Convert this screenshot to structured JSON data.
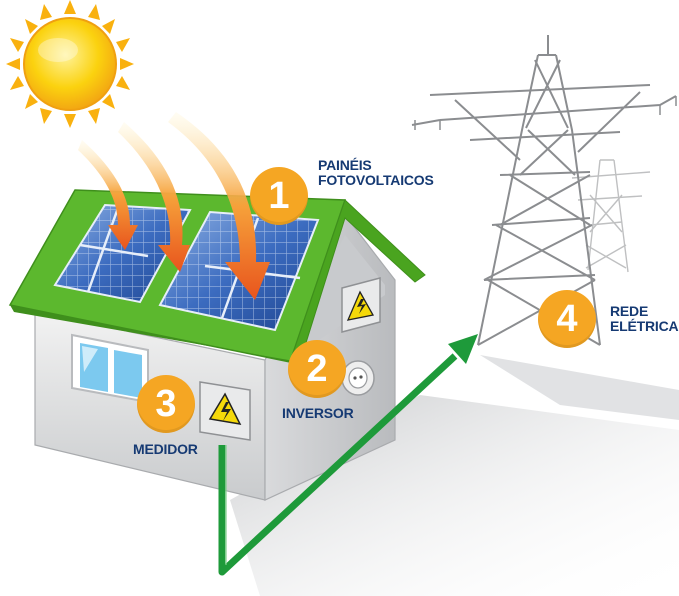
{
  "colors": {
    "badge": "#f5a623",
    "label": "#163a73",
    "roof": "#5cb82e",
    "arrow_green": "#1e9a3a",
    "sun": "#f7c315",
    "sun_rays": "#f9a825",
    "solar_panel": "#2a5aa8",
    "ray_arrows": "#f26a21"
  },
  "steps": [
    {
      "number": "1",
      "label_lines": [
        "PAINÉIS",
        "FOTOVOLTAICOS"
      ]
    },
    {
      "number": "2",
      "label_lines": [
        "INVERSOR"
      ]
    },
    {
      "number": "3",
      "label_lines": [
        "MEDIDOR"
      ]
    },
    {
      "number": "4",
      "label_lines": [
        "REDE",
        "ELÉTRICA"
      ]
    }
  ],
  "icons": [
    "sun-icon",
    "solar-panel-icon",
    "house-icon",
    "electric-hazard-icon",
    "power-outlet-icon",
    "transmission-tower-icon",
    "energy-flow-arrow-icon"
  ]
}
